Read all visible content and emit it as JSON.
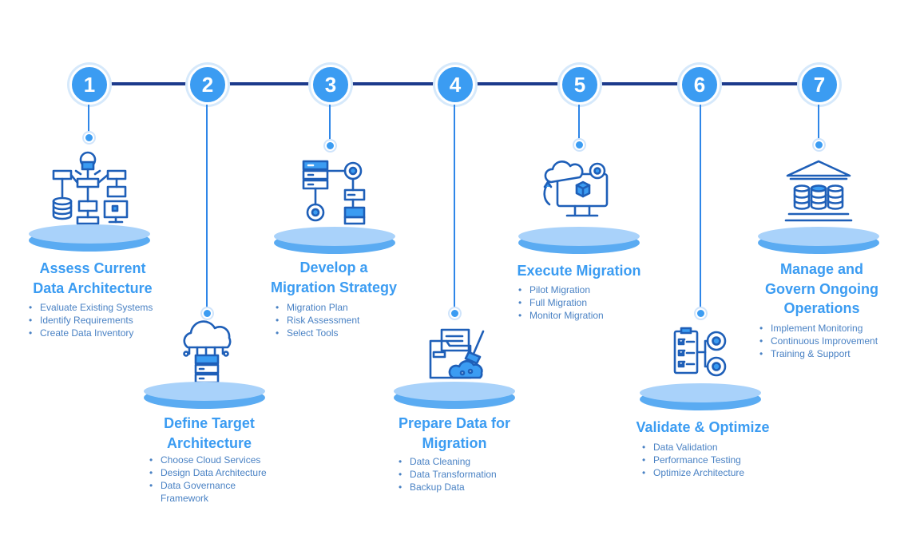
{
  "accent_color": "#3b9cf2",
  "connector_color": "#1c3a8c",
  "steps": [
    {
      "number": "1",
      "title_lines": [
        "Assess Current",
        "Data Architecture"
      ],
      "icon": "architecture-flowchart-icon",
      "items": [
        "Evaluate Existing Systems",
        "Identify Requirements",
        "Create Data Inventory"
      ]
    },
    {
      "number": "2",
      "title_lines": [
        "Define Target",
        "Architecture"
      ],
      "icon": "cloud-server-icon",
      "items": [
        "Choose Cloud Services",
        "Design Data Architecture",
        "Data Governance Framework"
      ]
    },
    {
      "number": "3",
      "title_lines": [
        "Develop a",
        "Migration Strategy"
      ],
      "icon": "server-gears-icon",
      "items": [
        "Migration Plan",
        "Risk Assessment",
        "Select Tools"
      ]
    },
    {
      "number": "4",
      "title_lines": [
        "Prepare Data for",
        "Migration"
      ],
      "icon": "data-cleaning-icon",
      "items": [
        "Data Cleaning",
        "Data Transformation",
        "Backup Data"
      ]
    },
    {
      "number": "5",
      "title_lines": [
        "Execute Migration"
      ],
      "icon": "monitor-cloud-icon",
      "items": [
        "Pilot Migration",
        "Full Migration",
        "Monitor Migration"
      ]
    },
    {
      "number": "6",
      "title_lines": [
        "Validate & Optimize"
      ],
      "icon": "checklist-gears-icon",
      "items": [
        "Data Validation",
        "Performance Testing",
        "Optimize Architecture"
      ]
    },
    {
      "number": "7",
      "title_lines": [
        "Manage and",
        "Govern Ongoing",
        "Operations"
      ],
      "icon": "database-institution-icon",
      "items": [
        "Implement Monitoring",
        "Continuous Improvement",
        "Training & Support"
      ]
    }
  ]
}
